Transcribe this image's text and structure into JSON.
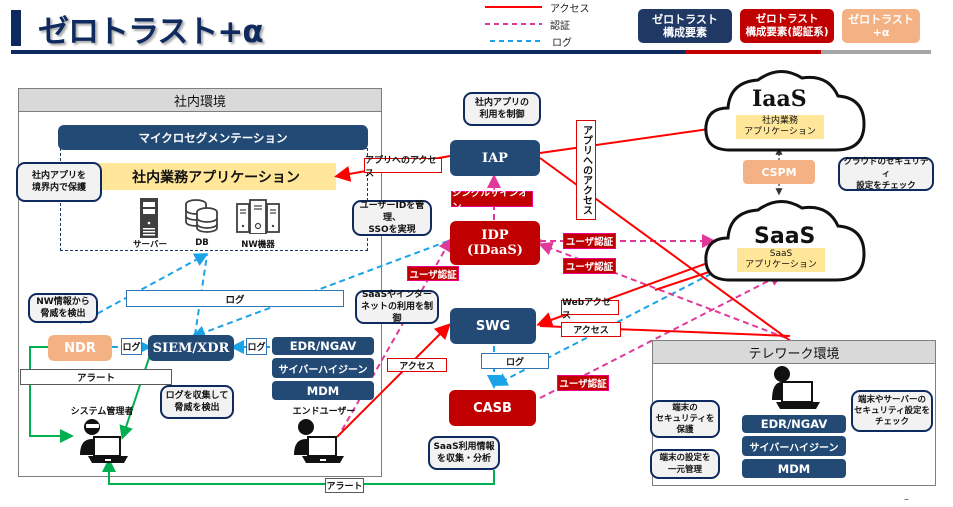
{
  "header": {
    "title": "ゼロトラスト+α"
  },
  "legend": {
    "items": [
      {
        "label": "アクセス",
        "style": "solid",
        "color": "#ff0000"
      },
      {
        "label": "認証",
        "style": "dashed",
        "color": "#e0399a"
      },
      {
        "label": "ログ",
        "style": "dashed",
        "color": "#1aa3e8"
      }
    ],
    "categories": [
      {
        "label": "ゼロトラスト\n構成要素",
        "color": "#1f3864"
      },
      {
        "label": "ゼロトラスト\n構成要素(認証系)",
        "color": "#c00000"
      },
      {
        "label": "ゼロトラスト+α",
        "color": "#f4b183"
      }
    ]
  },
  "colors": {
    "navy": "#224a75",
    "red": "#c00000",
    "peach": "#f4b183",
    "access": "#ff0000",
    "auth": "#e0399a",
    "log": "#1aa3e8",
    "alert": "#00b050"
  },
  "internal": {
    "title": "社内環境",
    "microseg": "マイクロセグメンテーション",
    "app": "社内業務アプリケーション",
    "callout_app": "社内アプリを\n境界内で保護",
    "icons": [
      {
        "icon": "server-icon",
        "label": "サーバー"
      },
      {
        "icon": "database-icon",
        "label": "DB"
      },
      {
        "icon": "network-device-icon",
        "label": "NW機器"
      }
    ],
    "log_banner": "ログ",
    "ndr": "NDR",
    "ndr_callout": "NW情報から\n脅威を検出",
    "ndr_log": "ログ",
    "siem": "SIEM/XDR",
    "siem_log": "ログ",
    "siem_callout": "ログを収集して\n脅威を検出",
    "alert_banner": "アラート",
    "admin_label": "システム管理者",
    "endpoint_stack": [
      "EDR/NGAV",
      "サイバーハイジーン",
      "MDM"
    ],
    "enduser_label": "エンドユーザー"
  },
  "center": {
    "iap": "IAP",
    "iap_callout": "社内アプリの\n利用を制御",
    "app_access": "アプリへのアクセス",
    "app_access_vertical": "アプリへのアクセス",
    "sso": "シングルサインオン",
    "idp": "IDP\n(IDaaS)",
    "idp_callout": "ユーザーIDを管理、\nSSOを実現",
    "user_auth_left": "ユーザ認証",
    "user_auth_right_1": "ユーザ認証",
    "user_auth_right_2": "ユーザ認証",
    "user_auth_casb": "ユーザ認証",
    "swg": "SWG",
    "swg_callout": "SaaSやインター\nネットの利用を制御",
    "access_left": "アクセス",
    "web_access": "Webアクセス",
    "access_right": "アクセス",
    "swg_log": "ログ",
    "casb": "CASB",
    "casb_callout": "SaaS利用情報\nを収集・分析",
    "bottom_alert": "アラート"
  },
  "cloud": {
    "iaas_title": "IaaS",
    "iaas_app": "社内業務\nアプリケーション",
    "cspm": "CSPM",
    "cspm_callout": "クラウドのセキュリティ\n設定をチェック",
    "saas_title": "SaaS",
    "saas_app": "SaaS\nアプリケーション"
  },
  "telework": {
    "title": "テレワーク環境",
    "stack": [
      "EDR/NGAV",
      "サイバーハイジーン",
      "MDM"
    ],
    "callout_protect": "端末の\nセキュリティを\n保護",
    "callout_mdm": "端末の設定を\n一元管理",
    "callout_check": "端末やサーバーの\nセキュリティ設定を\nチェック"
  },
  "footer": {
    "mark": "–"
  }
}
